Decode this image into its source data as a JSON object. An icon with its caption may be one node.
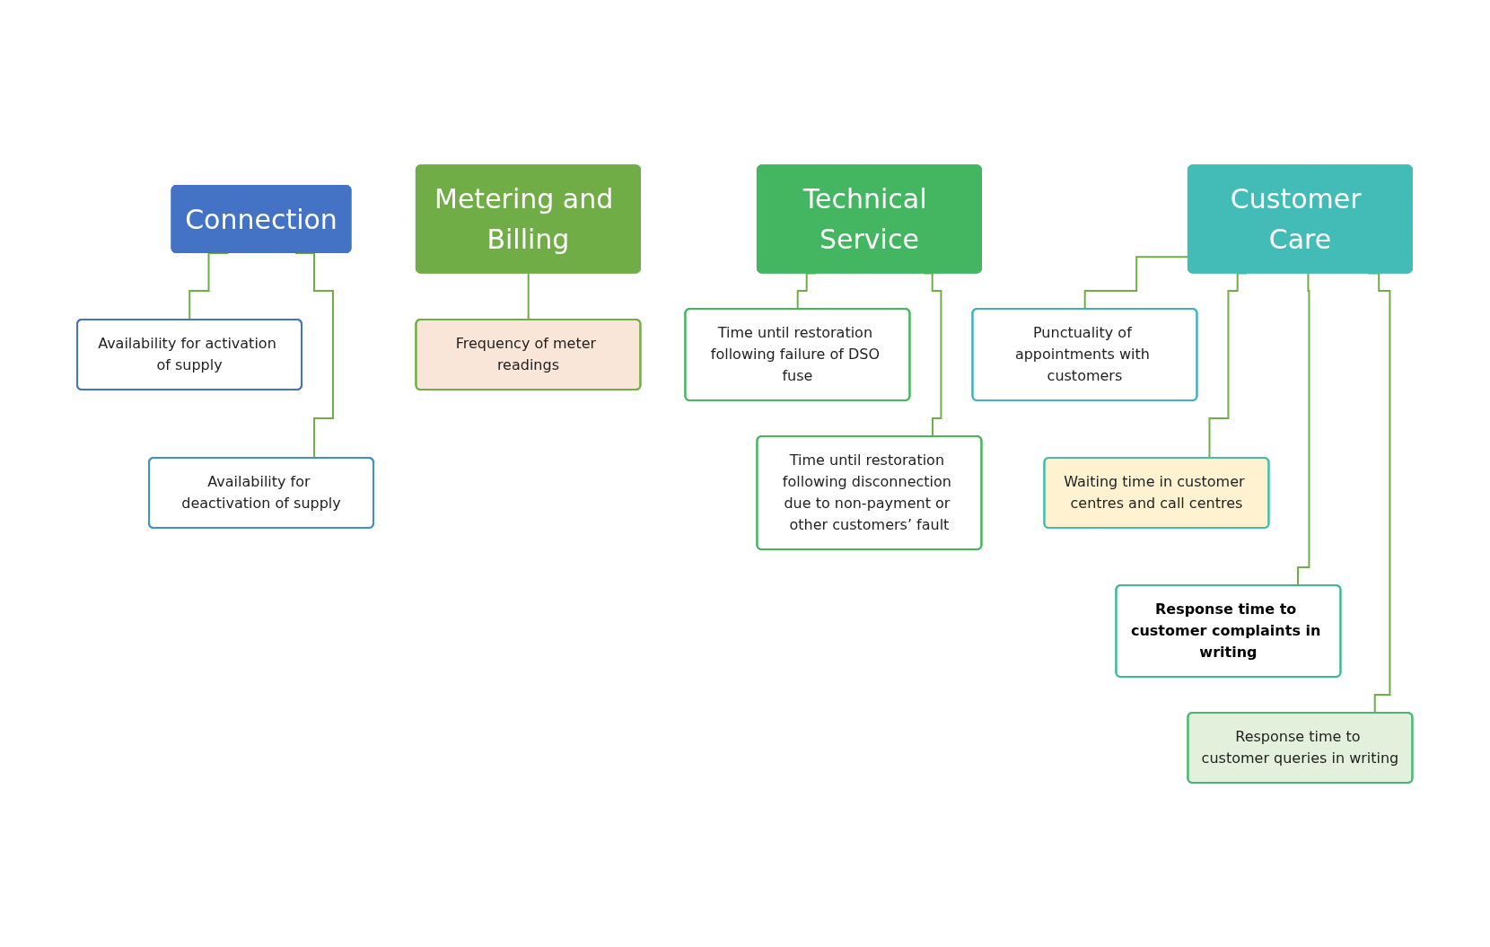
{
  "diagram": {
    "nodes": [
      {
        "text": [
          "Connection"
        ]
      },
      {
        "text": [
          "Availability for activation of supply"
        ]
      },
      {
        "text": [
          "Availability for deactivation of supply"
        ]
      },
      {
        "text": [
          "Customer Care"
        ]
      },
      {
        "text": [
          "Punctuality of appointments with customers"
        ]
      },
      {
        "text": [
          "Waiting time in customer centres and call centres"
        ]
      },
      {
        "text": [
          "Response time to customer complaints in writing"
        ]
      },
      {
        "text": [
          "Response time to customer queries in writing"
        ]
      },
      {
        "text": [
          "Technical Service"
        ]
      },
      {
        "text": [
          "Time until restoration following failure of DSO fuse"
        ]
      },
      {
        "text": [
          "Time until restoration following disconnection due to non-payment or other customers’ fault"
        ]
      },
      {
        "text": [
          "Metering and Billing"
        ]
      },
      {
        "text": [
          "Frequency of meter readings"
        ]
      }
    ],
    "edges": [
      {
        "from": 0,
        "to": 1,
        "arrow": "none"
      },
      {
        "from": 0,
        "to": 2,
        "arrow": "none"
      },
      {
        "from": 3,
        "to": 4,
        "arrow": "none"
      },
      {
        "from": 3,
        "to": 5,
        "arrow": "none"
      },
      {
        "from": 3,
        "to": 6,
        "arrow": "none"
      },
      {
        "from": 3,
        "to": 7,
        "arrow": "none"
      },
      {
        "from": 8,
        "to": 9,
        "arrow": "none"
      },
      {
        "from": 8,
        "to": 10,
        "arrow": "none"
      },
      {
        "from": 11,
        "to": 12,
        "arrow": "none"
      }
    ]
  }
}
